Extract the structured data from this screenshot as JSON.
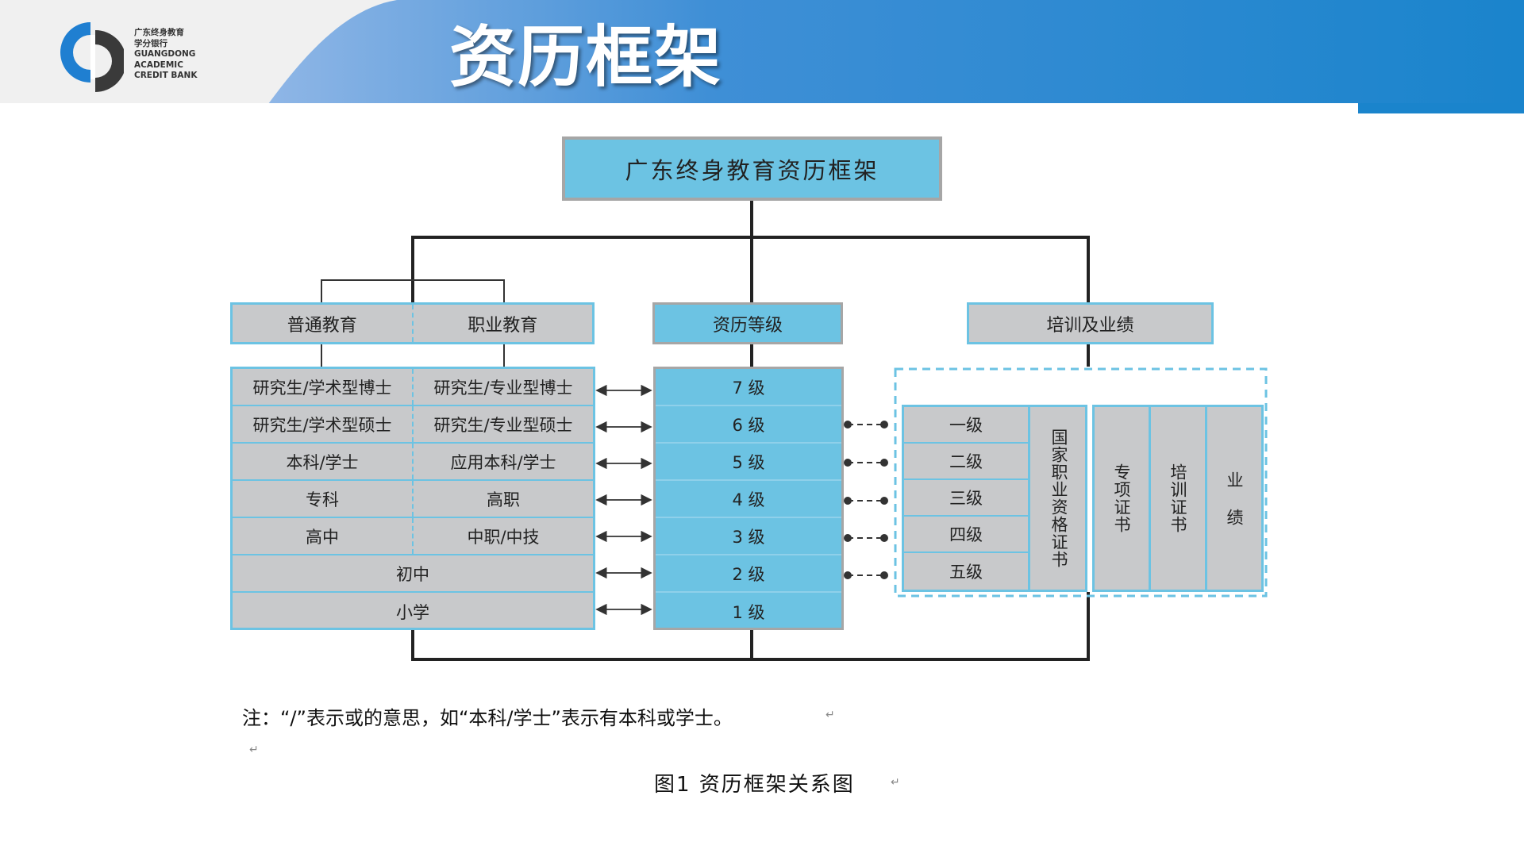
{
  "header": {
    "title": "资历框架",
    "logo_lines": [
      "广东终身教育",
      "学分银行",
      "GUANGDONG",
      "ACADEMIC",
      "CREDIT BANK"
    ]
  },
  "diagram": {
    "root": "广东终身教育资历框架",
    "categories": {
      "general": "普通教育",
      "vocational": "职业教育",
      "levels": "资历等级",
      "training": "培训及业绩"
    },
    "education_rows": [
      {
        "general": "研究生/学术型博士",
        "vocational": "研究生/专业型博士"
      },
      {
        "general": "研究生/学术型硕士",
        "vocational": "研究生/专业型硕士"
      },
      {
        "general": "本科/学士",
        "vocational": "应用本科/学士"
      },
      {
        "general": "专科",
        "vocational": "高职"
      },
      {
        "general": "高中",
        "vocational": "中职/中技"
      },
      {
        "merged": "初中"
      },
      {
        "merged": "小学"
      }
    ],
    "levels": [
      "7 级",
      "6 级",
      "5 级",
      "4 级",
      "3 级",
      "2 级",
      "1 级"
    ],
    "vocational_grades": [
      "一级",
      "二级",
      "三级",
      "四级",
      "五级"
    ],
    "vocational_cert": "国家职业资格证书",
    "training_items": [
      "专项证书",
      "培训证书",
      "业 绩"
    ]
  },
  "note": "注：“/”表示或的意思，如“本科/学士”表示有本科或学士。",
  "caption": "图1  资历框架关系图",
  "colors": {
    "header_blue": "#1a84cc",
    "box_blue": "#6cc3e3",
    "box_gray": "#c8c9cb",
    "line_dark": "#222222"
  }
}
